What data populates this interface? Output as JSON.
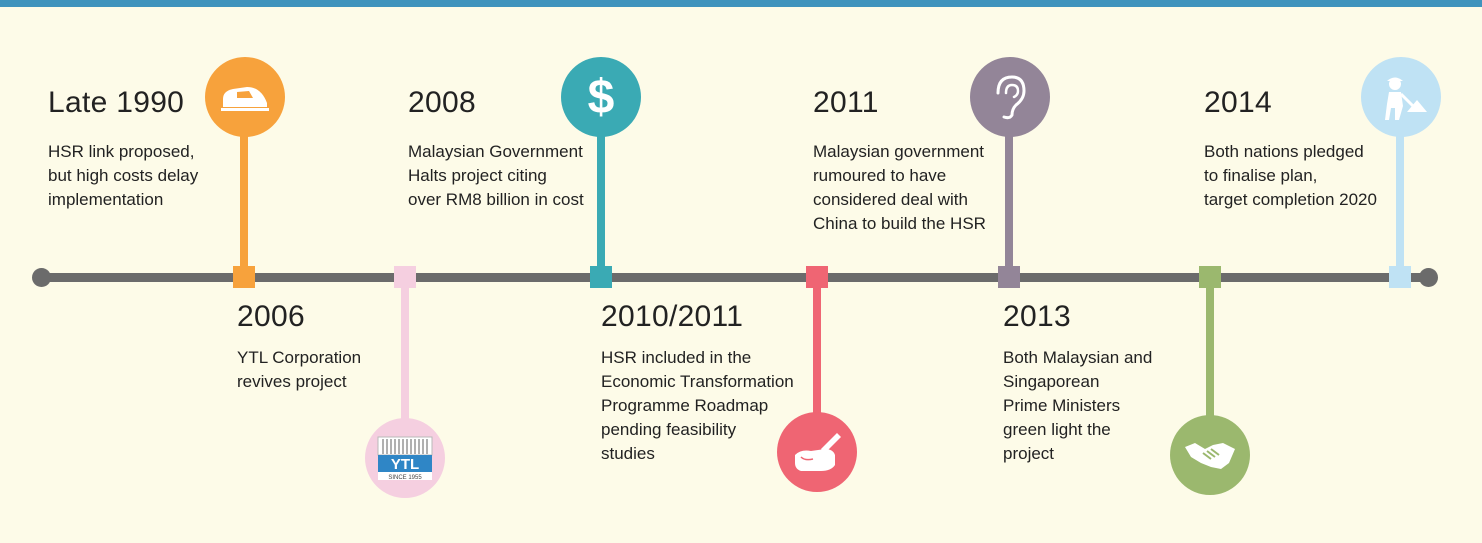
{
  "events": [
    {
      "year": "Late 1990",
      "lines": [
        "HSR link proposed,",
        "but high costs delay",
        "implementation"
      ],
      "icon": "train-icon",
      "color": "#f7a23c"
    },
    {
      "year": "2006",
      "lines": [
        "YTL Corporation",
        "revives project"
      ],
      "icon": "ytl-logo",
      "color": "#f5cfe0",
      "logo_text": "YTL",
      "logo_sub": "SINCE 1955"
    },
    {
      "year": "2008",
      "lines": [
        "Malaysian Government",
        "Halts project citing",
        "over RM8 billion in cost"
      ],
      "icon": "dollar-icon",
      "color": "#3aaab4",
      "glyph": "$"
    },
    {
      "year": "2010/2011",
      "lines": [
        "HSR included in the",
        "Economic Transformation",
        "Programme Roadmap",
        "pending feasibility",
        "studies"
      ],
      "icon": "hand-writing-icon",
      "color": "#ef6573"
    },
    {
      "year": "2011",
      "lines": [
        "Malaysian government",
        "rumoured to have",
        "considered deal with",
        "China to build the HSR"
      ],
      "icon": "ear-icon",
      "color": "#938598"
    },
    {
      "year": "2013",
      "lines": [
        "Both Malaysian and",
        "Singaporean",
        "Prime Ministers",
        "green light the",
        "project"
      ],
      "icon": "handshake-icon",
      "color": "#9bb86e"
    },
    {
      "year": "2014",
      "lines": [
        "Both nations pledged",
        "to finalise plan,",
        "target completion 2020"
      ],
      "icon": "construction-worker-icon",
      "color": "#bfe2f4"
    }
  ],
  "colors": {
    "background": "#fdfbe8",
    "top_bar": "#3f93bd",
    "line": "#6b6b6b"
  }
}
